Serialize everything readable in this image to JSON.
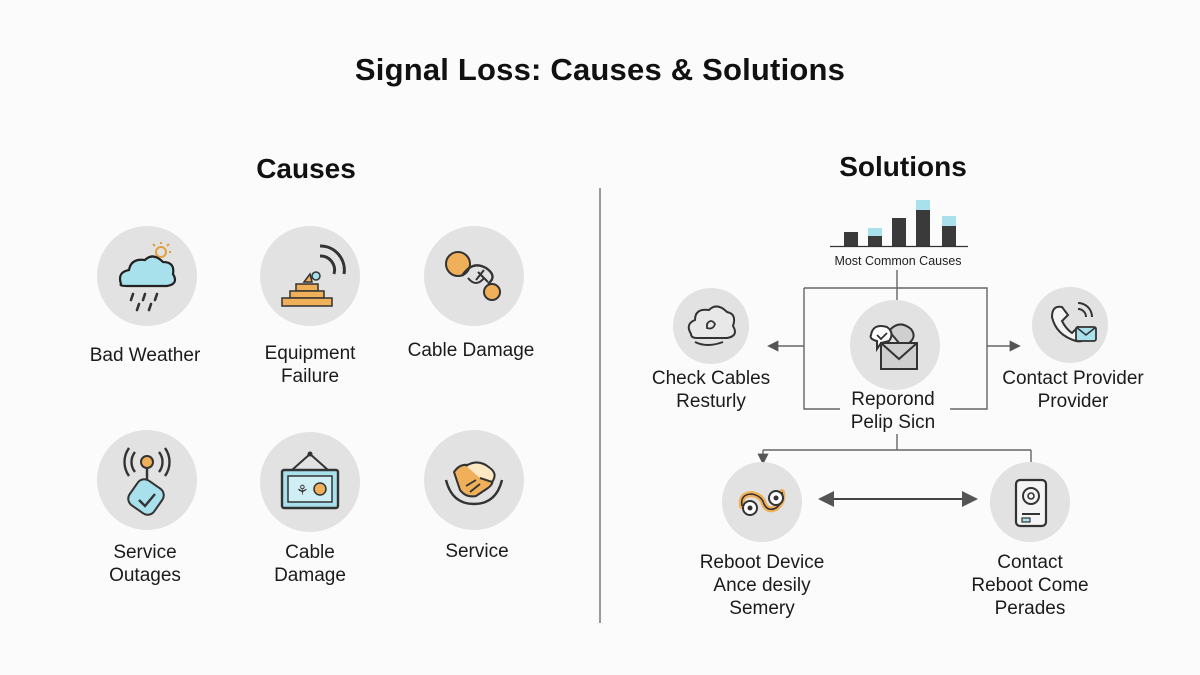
{
  "title": "Signal Loss: Causes & Solutions",
  "causes": {
    "heading": "Causes",
    "items": [
      {
        "lines": [
          "Bad Weather"
        ],
        "icon": "cloud-rain-icon"
      },
      {
        "lines": [
          "Equipment",
          "Failure"
        ],
        "icon": "broken-tower-signal-icon"
      },
      {
        "lines": [
          "Cable Damage"
        ],
        "icon": "cable-tangle-icon"
      },
      {
        "lines": [
          "Service",
          "Outages"
        ],
        "icon": "antenna-tag-icon"
      },
      {
        "lines": [
          "Cable",
          "Damage"
        ],
        "icon": "framed-sign-icon"
      },
      {
        "lines": [
          "Service"
        ],
        "icon": "handshake-icon"
      }
    ]
  },
  "solutions": {
    "heading": "Solutions",
    "chart_caption": "Most Common Causes",
    "items": [
      {
        "lines": [
          "Check Cables",
          "Resturly"
        ],
        "icon": "cloud-cable-icon"
      },
      {
        "lines": [
          "Reporond",
          "Pelip Sicn"
        ],
        "icon": "report-envelope-icon"
      },
      {
        "lines": [
          "Contact Provider",
          "Provider"
        ],
        "icon": "phone-message-icon"
      },
      {
        "lines": [
          "Reboot Device",
          "Ance desily",
          "Semery"
        ],
        "icon": "reboot-cable-icon"
      },
      {
        "lines": [
          "Contact",
          "Reboot Come",
          "Perades"
        ],
        "icon": "device-icon"
      }
    ]
  },
  "colors": {
    "circle_bg": "#e2e2e2",
    "accent_orange": "#f0b05a",
    "accent_cyan": "#a8e0ec",
    "bar_dark": "#3a3a3a",
    "divider": "#9a9a9a"
  }
}
